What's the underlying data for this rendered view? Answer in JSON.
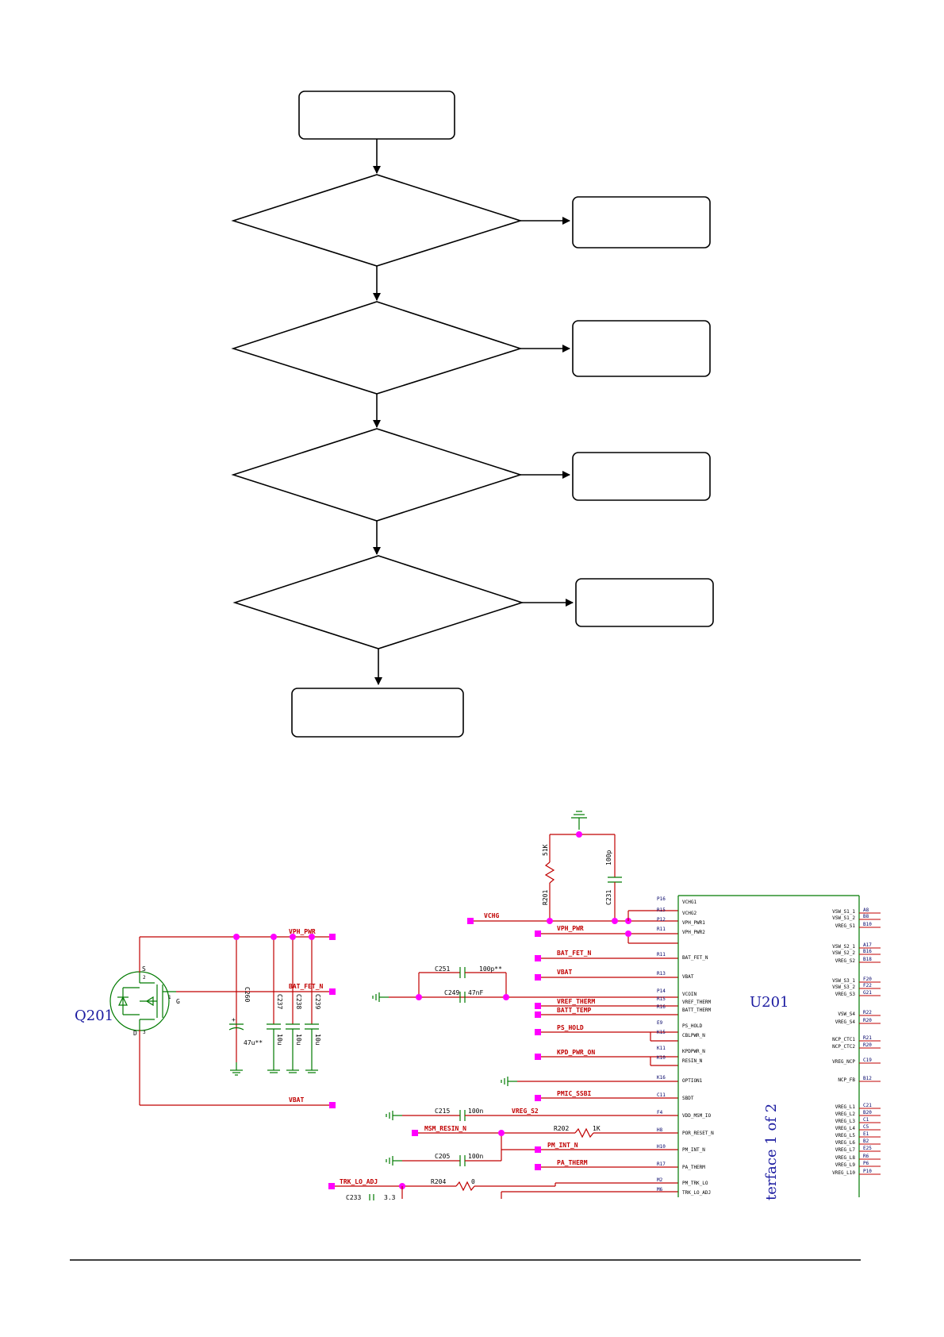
{
  "flowchart": {
    "nodes": [
      {
        "id": "start",
        "shape": "rounded-rect",
        "label": ""
      },
      {
        "id": "decision-1",
        "shape": "diamond",
        "label": ""
      },
      {
        "id": "result-1",
        "shape": "rounded-rect",
        "label": ""
      },
      {
        "id": "decision-2",
        "shape": "diamond",
        "label": ""
      },
      {
        "id": "result-2",
        "shape": "rounded-rect",
        "label": ""
      },
      {
        "id": "decision-3",
        "shape": "diamond",
        "label": ""
      },
      {
        "id": "result-3",
        "shape": "rounded-rect",
        "label": ""
      },
      {
        "id": "decision-4",
        "shape": "diamond",
        "label": ""
      },
      {
        "id": "result-4",
        "shape": "rounded-rect",
        "label": ""
      },
      {
        "id": "end",
        "shape": "rounded-rect",
        "label": ""
      }
    ],
    "edges": [
      [
        "start",
        "decision-1"
      ],
      [
        "decision-1",
        "result-1"
      ],
      [
        "decision-1",
        "decision-2"
      ],
      [
        "decision-2",
        "result-2"
      ],
      [
        "decision-2",
        "decision-3"
      ],
      [
        "decision-3",
        "result-3"
      ],
      [
        "decision-3",
        "decision-4"
      ],
      [
        "decision-4",
        "result-4"
      ],
      [
        "decision-4",
        "end"
      ]
    ]
  },
  "schematic": {
    "q201": {
      "ref": "Q201",
      "s": "S",
      "g": "G",
      "d": "D",
      "pin_s": "2",
      "pin_g": "1",
      "pin_d": "3"
    },
    "left_nets": {
      "vph_pwr": "VPH_PWR",
      "bat_fet_n": "BAT_FET_N",
      "vbat": "VBAT"
    },
    "c260": {
      "ref": "C260",
      "value": "47u**"
    },
    "caps_10u": [
      {
        "ref": "C237",
        "value": "10u"
      },
      {
        "ref": "C238",
        "value": "10u"
      },
      {
        "ref": "C239",
        "value": "10u"
      }
    ],
    "top": {
      "r201_ref": "R201",
      "r201_value": "51K",
      "c231_ref": "C231",
      "c231_value": "100p",
      "vchg": "VCHG"
    },
    "c251": {
      "ref": "C251",
      "value": "100p**"
    },
    "c249": {
      "ref": "C249",
      "value": "47nF"
    },
    "c215": {
      "ref": "C215",
      "value": "100n"
    },
    "c205": {
      "ref": "C205",
      "value": "100n"
    },
    "r202": {
      "ref": "R202",
      "value": "1K"
    },
    "r204": {
      "ref": "R204",
      "value": "0"
    },
    "c233": {
      "ref": "C233",
      "value": "3.3"
    },
    "u201": {
      "ref": "U201",
      "subtitle": "terface 1 of 2"
    },
    "nets_mid": [
      "VPH_PWR",
      "BAT_FET_N",
      "VBAT",
      "VREF_THERM",
      "BATT_TEMP",
      "PS_HOLD",
      "KPD_PWR_ON",
      "PMIC_SSBI",
      "VREG_S2",
      "MSM_RESIN_N",
      "PM_INT_N",
      "PA_THERM",
      "TRK_LO_ADJ"
    ],
    "u_left_pins": [
      {
        "num": "P16",
        "name": "VCHG1"
      },
      {
        "num": "R15",
        "name": "VCHG2"
      },
      {
        "num": "P12",
        "name": "VPH_PWR1"
      },
      {
        "num": "R11",
        "name": "VPH_PWR2"
      },
      {
        "num": "R11",
        "name": "BAT_FET_N"
      },
      {
        "num": "R13",
        "name": "VBAT"
      },
      {
        "num": "P14",
        "name": "VCOIN"
      },
      {
        "num": "R15",
        "name": "VREF_THERM"
      },
      {
        "num": "R16",
        "name": "BATT_THERM"
      },
      {
        "num": "E9",
        "name": "PS_HOLD"
      },
      {
        "num": "K15",
        "name": "CBLPWR_N"
      },
      {
        "num": "K11",
        "name": "KPDPWR_N"
      },
      {
        "num": "K10",
        "name": "RESIN_N"
      },
      {
        "num": "K16",
        "name": "OPTION1"
      },
      {
        "num": "C11",
        "name": "SBDT"
      },
      {
        "num": "F4",
        "name": "VDD_MSM_IO"
      },
      {
        "num": "H8",
        "name": "POR_RESET_N"
      },
      {
        "num": "H10",
        "name": "PM_INT_N"
      },
      {
        "num": "R17",
        "name": "PA_THERM"
      },
      {
        "num": "M2",
        "name": "PM_TRK_LO"
      },
      {
        "num": "M6",
        "name": "TRK_LO_ADJ"
      }
    ],
    "u_right_pins": [
      {
        "num": "A8",
        "name": "VSW_S1_1"
      },
      {
        "num": "B8",
        "name": "VSW_S1_2"
      },
      {
        "num": "B10",
        "name": "VREG_S1"
      },
      {
        "num": "A17",
        "name": "VSW_S2_1"
      },
      {
        "num": "B16",
        "name": "VSW_S2_2"
      },
      {
        "num": "B18",
        "name": "VREG_S2"
      },
      {
        "num": "F20",
        "name": "VSW_S3_1"
      },
      {
        "num": "F22",
        "name": "VSW_S3_2"
      },
      {
        "num": "G21",
        "name": "VREG_S3"
      },
      {
        "num": "R22",
        "name": "VSW_S4"
      },
      {
        "num": "R20",
        "name": "VREG_S4"
      },
      {
        "num": "R21",
        "name": "NCP_CTC1"
      },
      {
        "num": "R20",
        "name": "NCP_CTC2"
      },
      {
        "num": "C19",
        "name": "VREG_NCP"
      },
      {
        "num": "B12",
        "name": "NCP_FB"
      },
      {
        "num": "C21",
        "name": "VREG_L1"
      },
      {
        "num": "B20",
        "name": "VREG_L2"
      },
      {
        "num": "C1",
        "name": "VREG_L3"
      },
      {
        "num": "C5",
        "name": "VREG_L4"
      },
      {
        "num": "E1",
        "name": "VREG_L5"
      },
      {
        "num": "B2",
        "name": "VREG_L6"
      },
      {
        "num": "E25",
        "name": "VREG_L7"
      },
      {
        "num": "R6",
        "name": "VREG_L8"
      },
      {
        "num": "P6",
        "name": "VREG_L9"
      },
      {
        "num": "P10",
        "name": "VREG_L10"
      }
    ]
  }
}
